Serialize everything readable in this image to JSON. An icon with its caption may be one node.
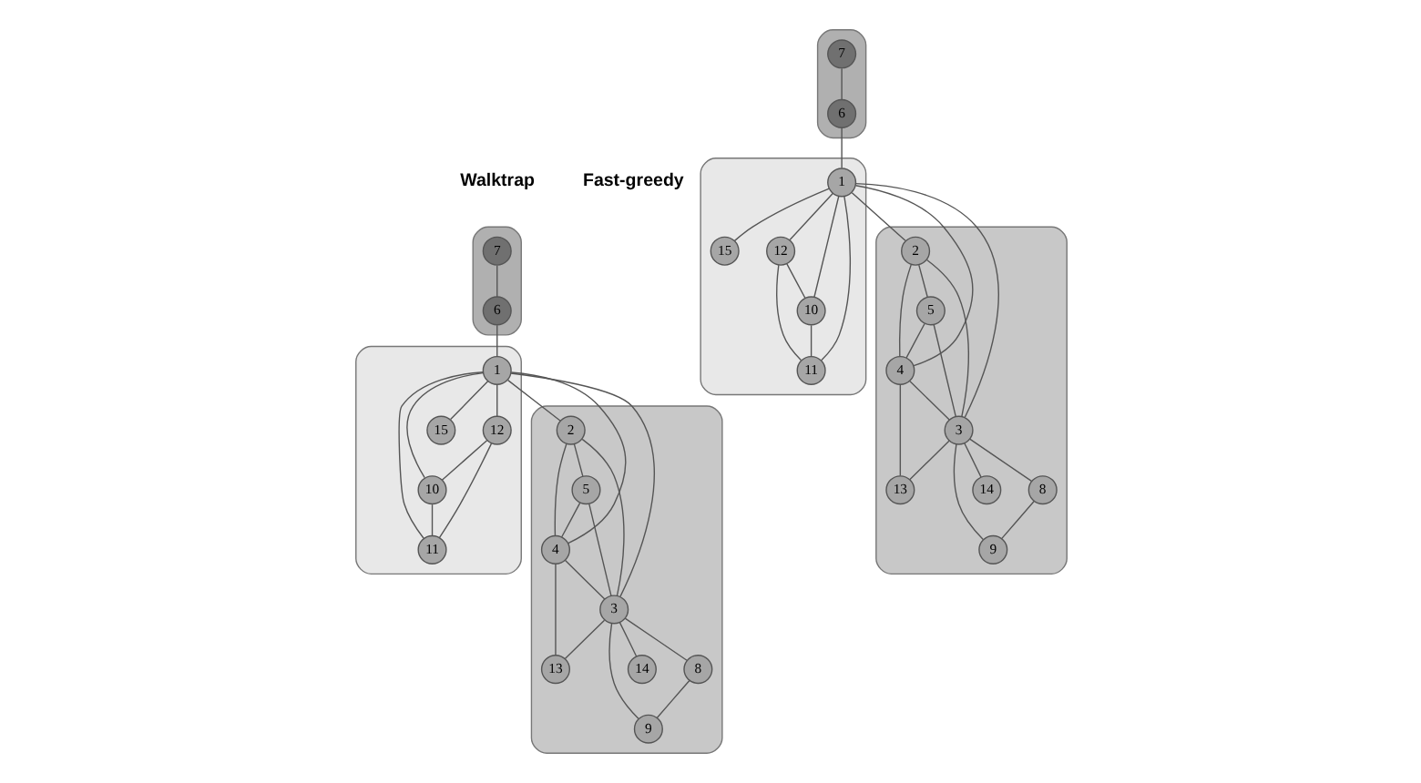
{
  "diagram": {
    "nodes": [
      {
        "text": [],
        "shape": "blob"
      },
      {
        "text": [
          "7"
        ],
        "in": 0
      },
      {
        "text": [
          "6"
        ],
        "in": 0
      },
      {
        "text": [],
        "shape": "blob"
      },
      {
        "text": [
          "15"
        ],
        "in": 3
      },
      {
        "text": [
          "1"
        ],
        "in": 3
      },
      {
        "text": [
          "12"
        ],
        "in": 3
      },
      {
        "text": [
          "10"
        ],
        "in": 3
      },
      {
        "text": [
          "11"
        ],
        "in": 3
      },
      {
        "text": [],
        "shape": "blob"
      },
      {
        "text": [
          "2"
        ],
        "in": 9
      },
      {
        "text": [
          "5"
        ],
        "in": 9
      },
      {
        "text": [
          "14"
        ],
        "in": 9
      },
      {
        "text": [
          "4"
        ],
        "in": 9
      },
      {
        "text": [
          "3"
        ],
        "in": 9
      },
      {
        "text": [
          "8"
        ],
        "in": 9
      },
      {
        "text": [
          "13"
        ],
        "in": 9
      },
      {
        "text": [
          "9"
        ],
        "in": 9
      },
      {
        "text": [],
        "shape": "blob"
      },
      {
        "text": [
          "15"
        ],
        "in": 18
      },
      {
        "text": [
          "12"
        ],
        "in": 18
      },
      {
        "text": [
          "11"
        ],
        "in": 18
      },
      {
        "text": [
          "10"
        ],
        "in": 18
      },
      {
        "text": [
          "1"
        ],
        "in": 18
      },
      {
        "text": [],
        "shape": "blob"
      },
      {
        "text": [
          "7"
        ],
        "in": 24
      },
      {
        "text": [
          "6"
        ],
        "in": 24
      },
      {
        "text": [],
        "shape": "blob"
      },
      {
        "text": [
          "2"
        ],
        "in": 27
      },
      {
        "text": [
          "4"
        ],
        "in": 27
      },
      {
        "text": [
          "5"
        ],
        "in": 27
      },
      {
        "text": [
          "3"
        ],
        "in": 27
      },
      {
        "text": [
          "13"
        ],
        "in": 27
      },
      {
        "text": [
          "9"
        ],
        "in": 27
      },
      {
        "text": [
          "14"
        ],
        "in": 27
      },
      {
        "text": [
          "8"
        ],
        "in": 27
      }
    ],
    "edges": [
      {
        "from": 1,
        "to": 2,
        "arrow": "none"
      },
      {
        "from": 2,
        "to": 5,
        "arrow": "none"
      },
      {
        "from": 5,
        "to": 4,
        "arrow": "none"
      },
      {
        "from": 5,
        "to": 6,
        "arrow": "none"
      },
      {
        "from": 5,
        "to": 7,
        "arrow": "none"
      },
      {
        "from": 5,
        "to": 8,
        "arrow": "none"
      },
      {
        "from": 6,
        "to": 7,
        "arrow": "none"
      },
      {
        "from": 6,
        "to": 8,
        "arrow": "none"
      },
      {
        "from": 7,
        "to": 8,
        "arrow": "none"
      },
      {
        "from": 5,
        "to": 10,
        "arrow": "none"
      },
      {
        "from": 5,
        "to": 13,
        "arrow": "none"
      },
      {
        "from": 5,
        "to": 14,
        "arrow": "none"
      },
      {
        "from": 10,
        "to": 11,
        "arrow": "none"
      },
      {
        "from": 10,
        "to": 13,
        "arrow": "none"
      },
      {
        "from": 10,
        "to": 14,
        "arrow": "none"
      },
      {
        "from": 11,
        "to": 13,
        "arrow": "none"
      },
      {
        "from": 11,
        "to": 14,
        "arrow": "none"
      },
      {
        "from": 13,
        "to": 14,
        "arrow": "none"
      },
      {
        "from": 14,
        "to": 12,
        "arrow": "none"
      },
      {
        "from": 14,
        "to": 15,
        "arrow": "none"
      },
      {
        "from": 14,
        "to": 17,
        "arrow": "none"
      },
      {
        "from": 15,
        "to": 17,
        "arrow": "none"
      },
      {
        "from": 14,
        "to": 16,
        "arrow": "none"
      },
      {
        "from": 13,
        "to": 16,
        "arrow": "none"
      },
      {
        "from": 25,
        "to": 26,
        "arrow": "none"
      },
      {
        "from": 26,
        "to": 23,
        "arrow": "none"
      },
      {
        "from": 23,
        "to": 19,
        "arrow": "none"
      },
      {
        "from": 23,
        "to": 20,
        "arrow": "none"
      },
      {
        "from": 23,
        "to": 22,
        "arrow": "none"
      },
      {
        "from": 23,
        "to": 21,
        "arrow": "none"
      },
      {
        "from": 20,
        "to": 22,
        "arrow": "none"
      },
      {
        "from": 20,
        "to": 21,
        "arrow": "none"
      },
      {
        "from": 22,
        "to": 21,
        "arrow": "none"
      },
      {
        "from": 23,
        "to": 28,
        "arrow": "none"
      },
      {
        "from": 23,
        "to": 29,
        "arrow": "none"
      },
      {
        "from": 23,
        "to": 31,
        "arrow": "none"
      },
      {
        "from": 28,
        "to": 30,
        "arrow": "none"
      },
      {
        "from": 28,
        "to": 29,
        "arrow": "none"
      },
      {
        "from": 28,
        "to": 31,
        "arrow": "none"
      },
      {
        "from": 30,
        "to": 29,
        "arrow": "none"
      },
      {
        "from": 30,
        "to": 31,
        "arrow": "none"
      },
      {
        "from": 29,
        "to": 31,
        "arrow": "none"
      },
      {
        "from": 31,
        "to": 34,
        "arrow": "none"
      },
      {
        "from": 31,
        "to": 35,
        "arrow": "none"
      },
      {
        "from": 31,
        "to": 33,
        "arrow": "none"
      },
      {
        "from": 35,
        "to": 33,
        "arrow": "none"
      },
      {
        "from": 31,
        "to": 32,
        "arrow": "none"
      },
      {
        "from": 29,
        "to": 32,
        "arrow": "none"
      }
    ],
    "labels": [
      "Walktrap",
      "Fast-greedy"
    ]
  }
}
